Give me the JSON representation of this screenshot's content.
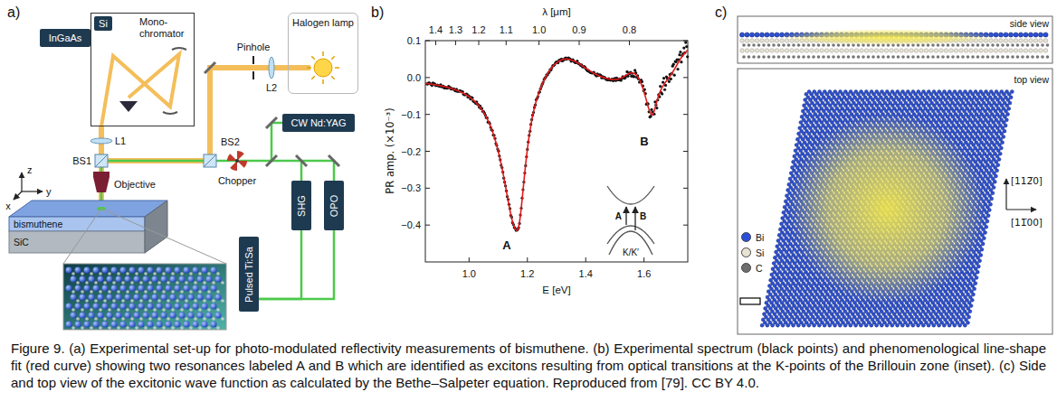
{
  "diagram": {
    "caption": "Figure 9. (a) Experimental set-up for photo-modulated reflectivity measurements of bismuthene. (b) Experimental spectrum (black points) and phenomenological line-shape fit (red curve) showing two resonances labeled A and B which are identified as excitons resulting from optical transitions at the K-points of the Brillouin zone (inset). (c) Side and top view of the excitonic wave function as calculated by the Bethe–Salpeter equation. Reproduced from [79]. CC BY 4.0.",
    "nodes": [
      {
        "text": [
          "Mono- chromator"
        ]
      },
      {
        "text": [
          "Si"
        ],
        "in": 0
      },
      {
        "text": [
          "InGaAs"
        ]
      },
      {
        "text": [
          "Halogen lamp"
        ]
      },
      {
        "text": [
          "CW Nd:YAG"
        ]
      },
      {
        "text": [
          "SHG"
        ]
      },
      {
        "text": [
          "OPO"
        ]
      },
      {
        "text": [
          "Pulsed Ti:Sa"
        ]
      }
    ],
    "edges": [
      {
        "from": 7,
        "to": 5,
        "arrow": "none"
      },
      {
        "from": 7,
        "to": 6,
        "arrow": "none"
      }
    ],
    "labels": [
      "a)",
      "Pinhole",
      "L2",
      "L1",
      "BS1",
      "BS2",
      "Chopper",
      "Objective",
      "z",
      "y",
      "x",
      "bismuthene",
      "SiC",
      "b)",
      "λ [μm]",
      "1.4",
      "1.3",
      "1.2",
      "1.1",
      "1.0",
      "0.9",
      "0.8",
      "PR amp. (×10⁻³)",
      "0.1",
      "0.0",
      "−0.1",
      "−0.2",
      "−0.3",
      "−0.4",
      "1.0",
      "1.2",
      "1.4",
      "1.6",
      "E [eV]",
      "A",
      "B",
      "A",
      "B",
      "K/K′",
      "c)",
      "side view",
      "top view",
      "[112̅0]",
      "[11̅00]"
    ],
    "legend": [
      {
        "text": "Bi",
        "color": "#2b4fd8"
      },
      {
        "text": "Si",
        "color": "#e8e3d2"
      },
      {
        "text": "C",
        "color": "#6e6e6e"
      }
    ]
  }
}
